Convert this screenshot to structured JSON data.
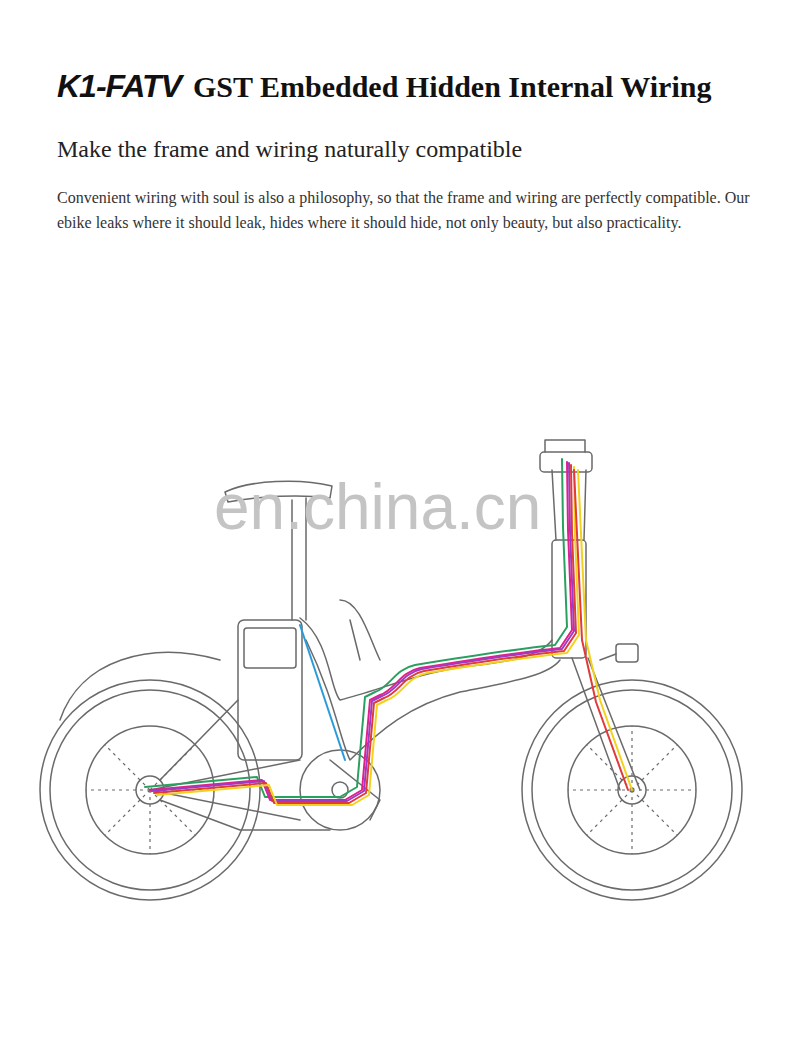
{
  "diagram": {
    "title": "GST Embedded Hidden Internal Wiring",
    "labels": [
      "K1-FATV",
      "Make the frame and wiring naturally compatible",
      "Convenient wiring with soul is also a philosophy, so that the frame and wiring are perfectly compatible. Our ebike leaks where it should leak, hides where it should hide, not only beauty, but also practicality.",
      "en.china.cn"
    ]
  }
}
